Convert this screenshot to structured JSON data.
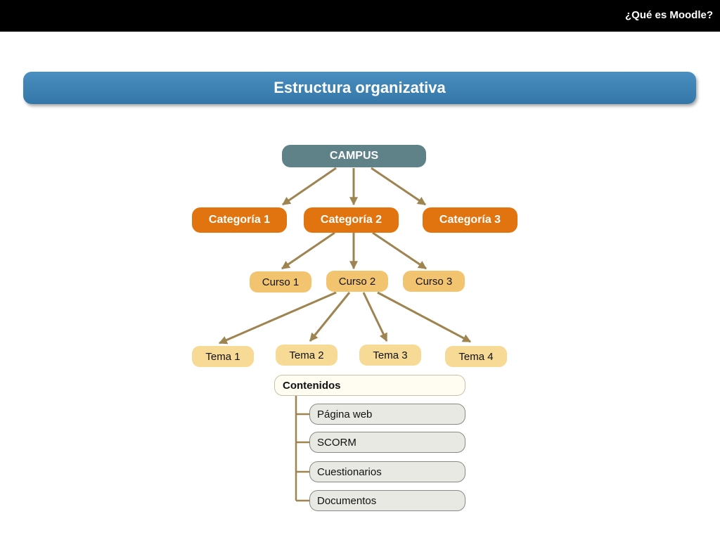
{
  "header": {
    "title": "¿Qué es Moodle?"
  },
  "banner": {
    "title": "Estructura organizativa"
  },
  "diagram": {
    "root": "CAMPUS",
    "categories": [
      "Categoría 1",
      "Categoría 2",
      "Categoría 3"
    ],
    "courses": [
      "Curso 1",
      "Curso 2",
      "Curso 3"
    ],
    "topics": [
      "Tema 1",
      "Tema 2",
      "Tema 3",
      "Tema 4"
    ],
    "contents": {
      "title": "Contenidos",
      "items": [
        "Página web",
        "SCORM",
        "Cuestionarios",
        "Documentos"
      ]
    }
  },
  "colors": {
    "header_bg": "#000000",
    "banner_blue": "#3a7db0",
    "campus": "#5f8289",
    "category_orange": "#e2740f",
    "course_tan": "#f2c46f",
    "topic_tan": "#f6da95",
    "arrow": "#9e8450"
  }
}
